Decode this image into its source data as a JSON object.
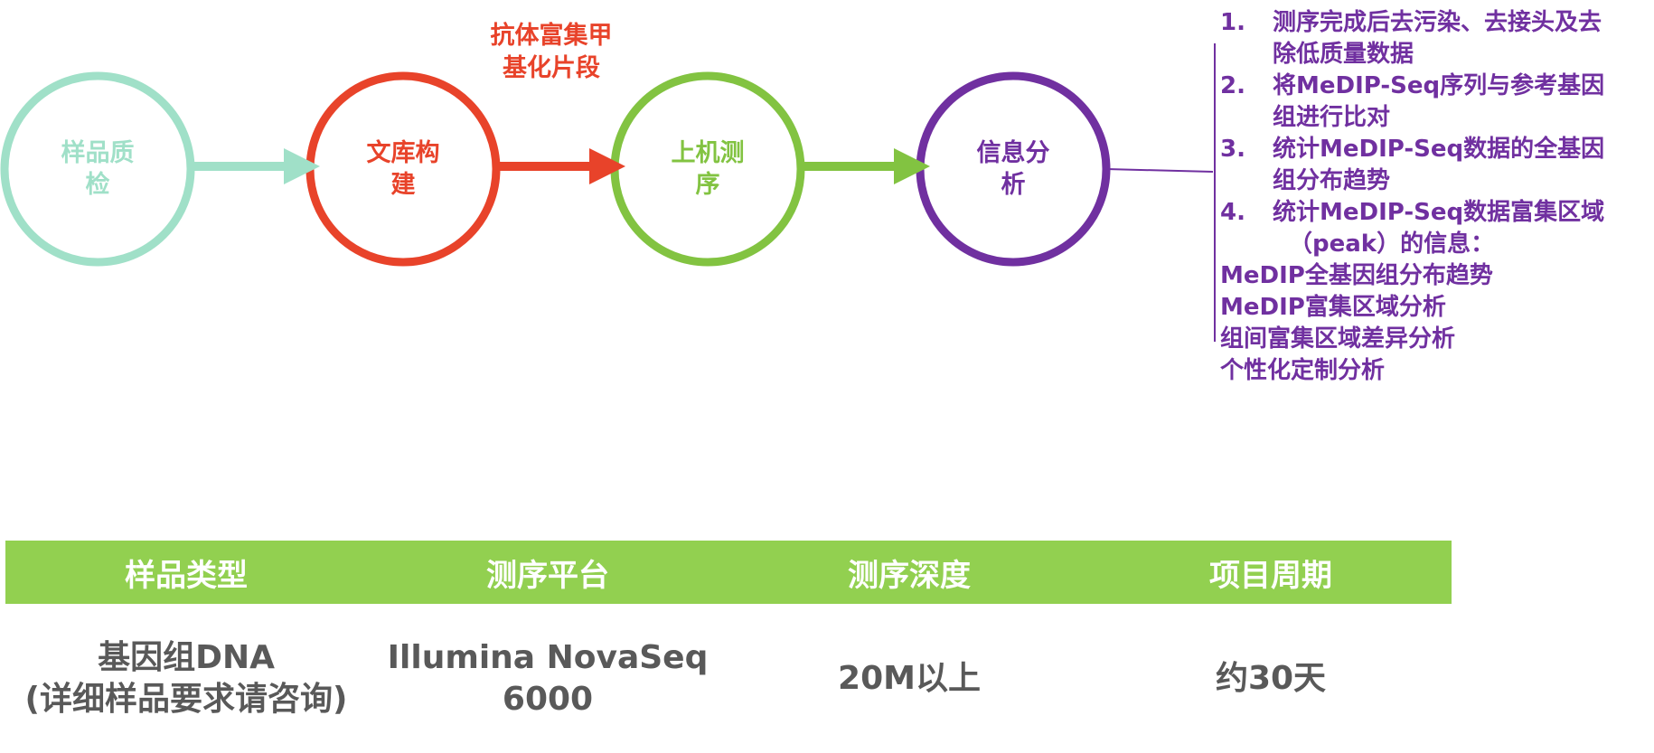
{
  "colors": {
    "qc": "#a0e0c8",
    "library": "#e8432a",
    "sequencing": "#82c341",
    "analysis": "#7030a0",
    "table_header_bg": "#92d050",
    "table_text": "#595959"
  },
  "flow": {
    "steps": [
      {
        "lines": [
          "样品质",
          "检"
        ],
        "color": "#a0e0c8"
      },
      {
        "lines": [
          "文库构",
          "建"
        ],
        "color": "#e8432a"
      },
      {
        "lines": [
          "上机测",
          "序"
        ],
        "color": "#82c341"
      },
      {
        "lines": [
          "信息分",
          "析"
        ],
        "color": "#7030a0"
      }
    ],
    "antibody_note": [
      "抗体富集甲",
      "基化片段"
    ]
  },
  "analysis": {
    "numbered": [
      {
        "num": "1.",
        "lines": [
          "测序完成后去污染、去接头及去",
          "除低质量数据"
        ]
      },
      {
        "num": "2.",
        "lines": [
          "将MeDIP-Seq序列与参考基因",
          "组进行比对"
        ]
      },
      {
        "num": "3.",
        "lines": [
          "统计MeDIP-Seq数据的全基因",
          "组分布趋势"
        ]
      },
      {
        "num": "4.",
        "lines": [
          "统计MeDIP-Seq数据富集区域",
          "（peak）的信息："
        ]
      }
    ],
    "extra": [
      "MeDIP全基因组分布趋势",
      "MeDIP富集区域分析",
      "组间富集区域差异分析",
      "个性化定制分析"
    ]
  },
  "table": {
    "headers": [
      "样品类型",
      "测序平台",
      "测序深度",
      "项目周期"
    ],
    "cells": [
      [
        "基因组DNA",
        "(详细样品要求请咨询)"
      ],
      [
        "Illumina NovaSeq",
        "6000"
      ],
      [
        "20M以上"
      ],
      [
        "约30天"
      ]
    ]
  }
}
